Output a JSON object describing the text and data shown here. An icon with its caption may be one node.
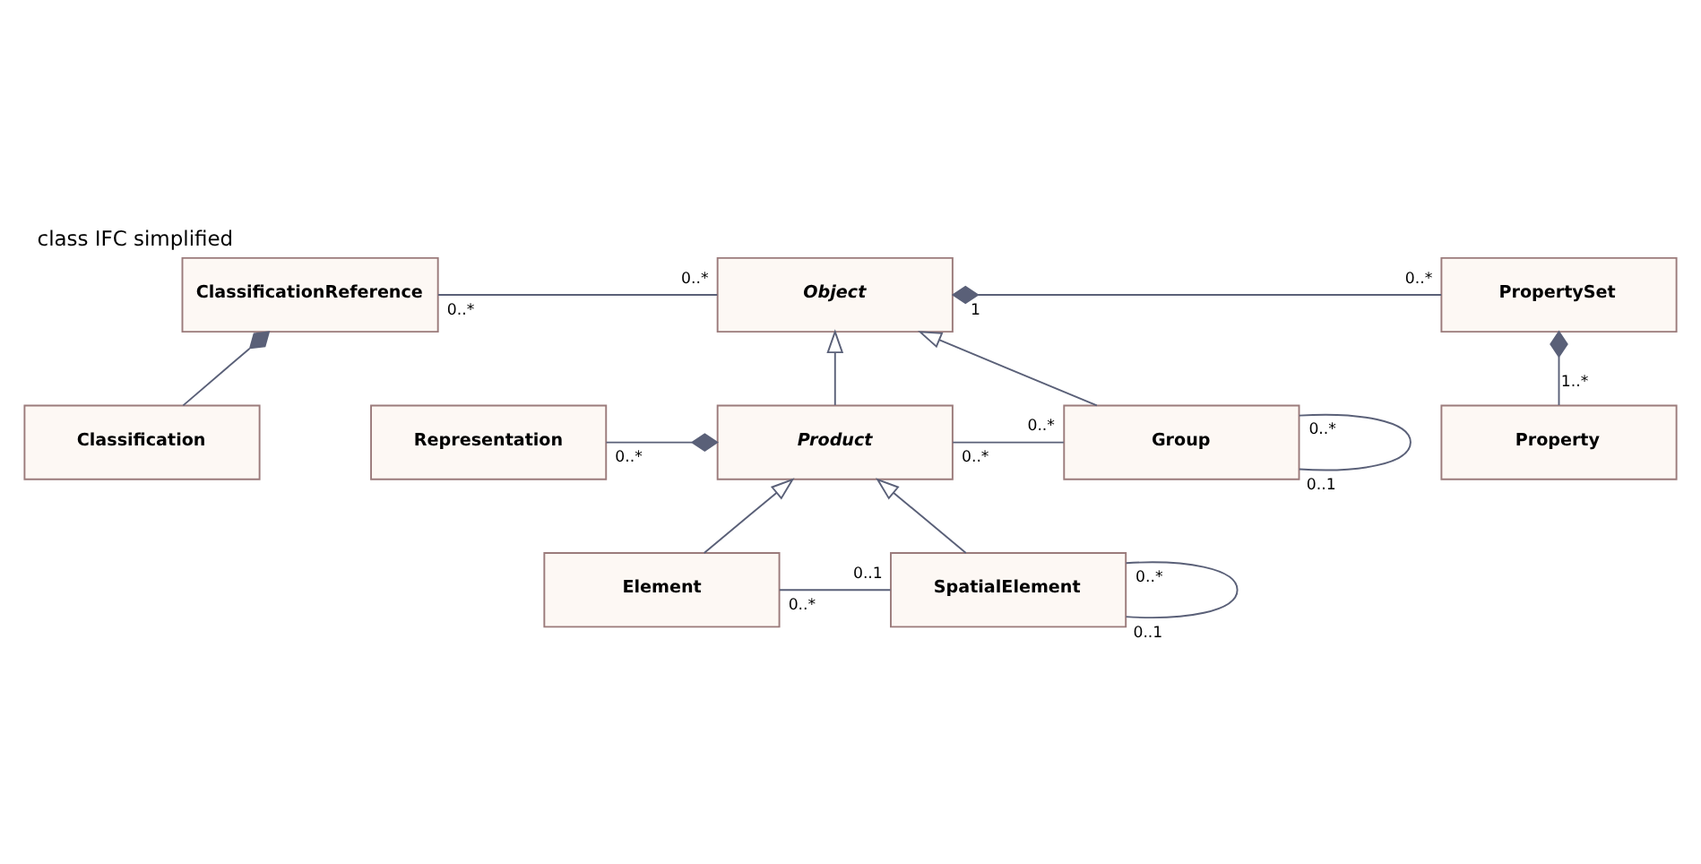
{
  "diagram": {
    "title": "class IFC simplified",
    "nodes": [
      {
        "text": [
          "ClassificationReference"
        ]
      },
      {
        "text": [
          "Object"
        ]
      },
      {
        "text": [
          "PropertySet"
        ]
      },
      {
        "text": [
          "Classification"
        ]
      },
      {
        "text": [
          "Property"
        ]
      },
      {
        "text": [
          "Representation"
        ]
      },
      {
        "text": [
          "Product"
        ]
      },
      {
        "text": [
          "Group"
        ]
      },
      {
        "text": [
          "Element"
        ]
      },
      {
        "text": [
          "SpatialElement"
        ]
      }
    ],
    "edges": [
      {
        "from": 0,
        "to": 1,
        "arrow": "none"
      },
      {
        "from": 2,
        "to": 1,
        "arrow": "other"
      },
      {
        "from": 3,
        "to": 0,
        "arrow": "other"
      },
      {
        "from": 4,
        "to": 2,
        "arrow": "other"
      },
      {
        "from": 6,
        "to": 1,
        "arrow": "to"
      },
      {
        "from": 7,
        "to": 1,
        "arrow": "to"
      },
      {
        "from": 5,
        "to": 6,
        "arrow": "other"
      },
      {
        "from": 6,
        "to": 7,
        "arrow": "none"
      },
      {
        "from": 7,
        "to": 7,
        "arrow": "none"
      },
      {
        "from": 8,
        "to": 6,
        "arrow": "to"
      },
      {
        "from": 9,
        "to": 6,
        "arrow": "to"
      },
      {
        "from": 8,
        "to": 9,
        "arrow": "none"
      },
      {
        "from": 9,
        "to": 9,
        "arrow": "none"
      }
    ],
    "labels": [
      "0..*",
      "0..*",
      "1",
      "0..*",
      "1..*",
      "0..1",
      "0..*",
      "0..*",
      "0..*",
      "0..*",
      "0..1",
      "0..*",
      "0..*",
      "0..1"
    ]
  }
}
